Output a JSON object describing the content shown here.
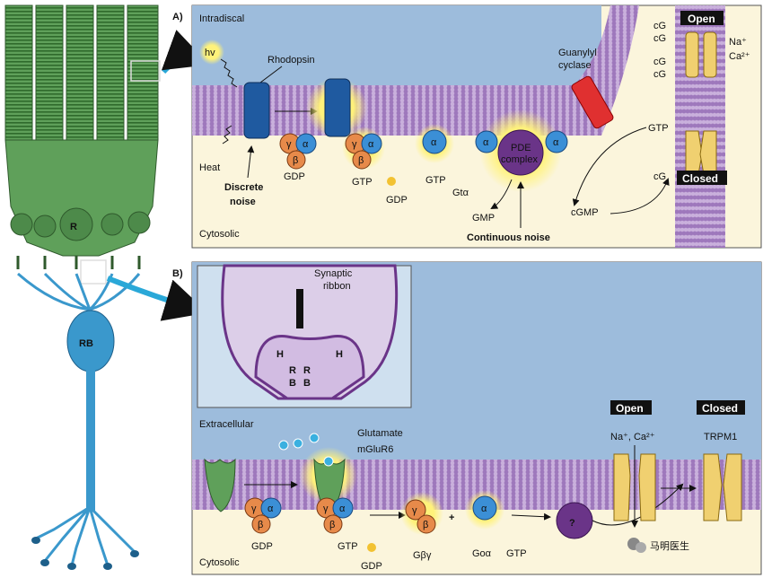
{
  "cells": {
    "rod_label": "R",
    "bipolar_label": "RB"
  },
  "panel_a": {
    "letter": "A)",
    "intradiscal": "Intradiscal",
    "cytosolic": "Cytosolic",
    "hv": "hv",
    "rhodopsin": "Rhodopsin",
    "heat": "Heat",
    "discrete_noise_1": "Discrete",
    "discrete_noise_2": "noise",
    "continuous_noise": "Continuous noise",
    "guanylyl_1": "Guanylyl",
    "guanylyl_2": "cyclase",
    "gamma": "γ",
    "alpha": "α",
    "beta": "β",
    "gdp": "GDP",
    "gtp": "GTP",
    "gt_alpha": "Gtα",
    "pde_1": "PDE",
    "pde_2": "complex",
    "gmp": "GMP",
    "cgmp": "cGMP",
    "cg": "cG",
    "na": "Na⁺",
    "ca": "Ca²⁺",
    "open": "Open",
    "closed": "Closed"
  },
  "panel_b": {
    "letter": "B)",
    "synaptic_1": "Synaptic",
    "synaptic_2": "ribbon",
    "h": "H",
    "r": "R",
    "b": "B",
    "extracellular": "Extracellular",
    "cytosolic": "Cytosolic",
    "glutamate": "Glutamate",
    "mglur6": "mGluR6",
    "gdp": "GDP",
    "gtp": "GTP",
    "gbg": "Gβγ",
    "plus": "+",
    "go_alpha": "Goα",
    "question": "?",
    "open": "Open",
    "closed": "Closed",
    "na_ca": "Na⁺, Ca²⁺",
    "trpm1": "TRPM1"
  },
  "watermark": "马明医生",
  "colors": {
    "rod_green": "#5fa05a",
    "bipolar_blue": "#3a98cc",
    "membrane_purple": "#b08cc8",
    "panel_blue": "#9dbcdc",
    "cytosol_cream": "#fbf5dc",
    "rhodopsin_blue": "#1f5aa0",
    "guanylyl_red": "#e03030",
    "pde_purple": "#6a3488",
    "channel_yellow": "#f0d070"
  }
}
